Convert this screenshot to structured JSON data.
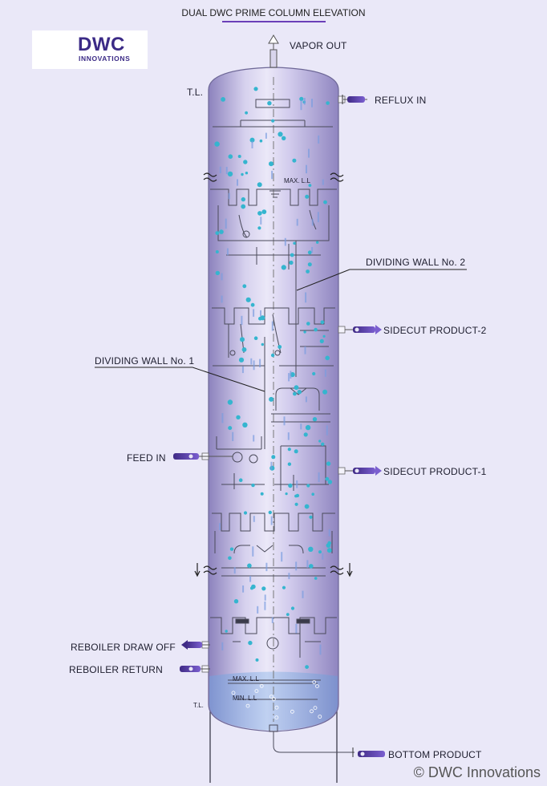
{
  "diagram": {
    "title": "DUAL DWC PRIME COLUMN ELEVATION",
    "logo": {
      "word": "DWC",
      "sub": "INNOVATIONS"
    },
    "labels": {
      "vapor_out": "VAPOR OUT",
      "reflux_in": "REFLUX IN",
      "tl_top": "T.L.",
      "tl_bottom": "T.L.",
      "dividing_wall_2": "DIVIDING WALL No. 2",
      "dividing_wall_1": "DIVIDING WALL No. 1",
      "sidecut_product_2": "SIDECUT PRODUCT-2",
      "sidecut_product_1": "SIDECUT PRODUCT-1",
      "feed_in": "FEED IN",
      "reboiler_draw_off": "REBOILER DRAW OFF",
      "reboiler_return": "REBOILER RETURN",
      "bottom_product": "BOTTOM PRODUCT",
      "max_ll_upper": "MAX. L.L",
      "max_ll_bottom": "MAX. L.L",
      "min_ll_bottom": "MIN. L.L"
    },
    "copyright": "© DWC Innovations",
    "colors": {
      "shell_light": "#ece9f8",
      "shell_dark": "#9a8fc6",
      "liquid": "#8fb0e6",
      "droplet": "#35b5cf",
      "stream": "#5b3fa6",
      "line": "#3a3a4a"
    }
  }
}
